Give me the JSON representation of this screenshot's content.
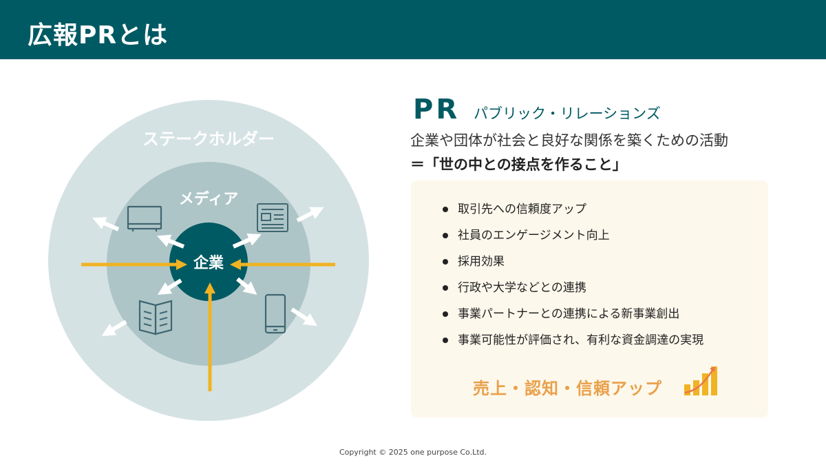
{
  "header": {
    "title": "広報PRとは"
  },
  "diagram": {
    "outer_label": "ステークホルダー",
    "middle_label": "メディア",
    "core_label": "企業",
    "colors": {
      "outer": "#d5e2e3",
      "middle": "#aec5c8",
      "core": "#005a63",
      "arrow_in": "#f0b323",
      "arrow_out": "#ffffff",
      "icon": "#3f6670"
    },
    "icons": [
      "tv-icon",
      "newspaper-icon",
      "book-icon",
      "smartphone-icon"
    ]
  },
  "pr": {
    "heading": "PR",
    "reading": "パブリック・リレーションズ",
    "definition": "企業や団体が社会と良好な関係を築くための活動",
    "definition_strong": "＝「世の中との接点を作ること」"
  },
  "benefits": {
    "items": [
      "取引先への信頼度アップ",
      "社員のエンゲージメント向上",
      "採用効果",
      "行政や大学などとの連携",
      "事業パートナーとの連携による新事業創出",
      "事業可能性が評価され、有利な資金調達の実現"
    ],
    "conclusion": "売上・認知・信頼アップ",
    "accent_color": "#e9a04a",
    "bar_color": "#f0b323"
  },
  "footer": {
    "copyright": "Copyright © 2025 one purpose  Co.Ltd."
  }
}
